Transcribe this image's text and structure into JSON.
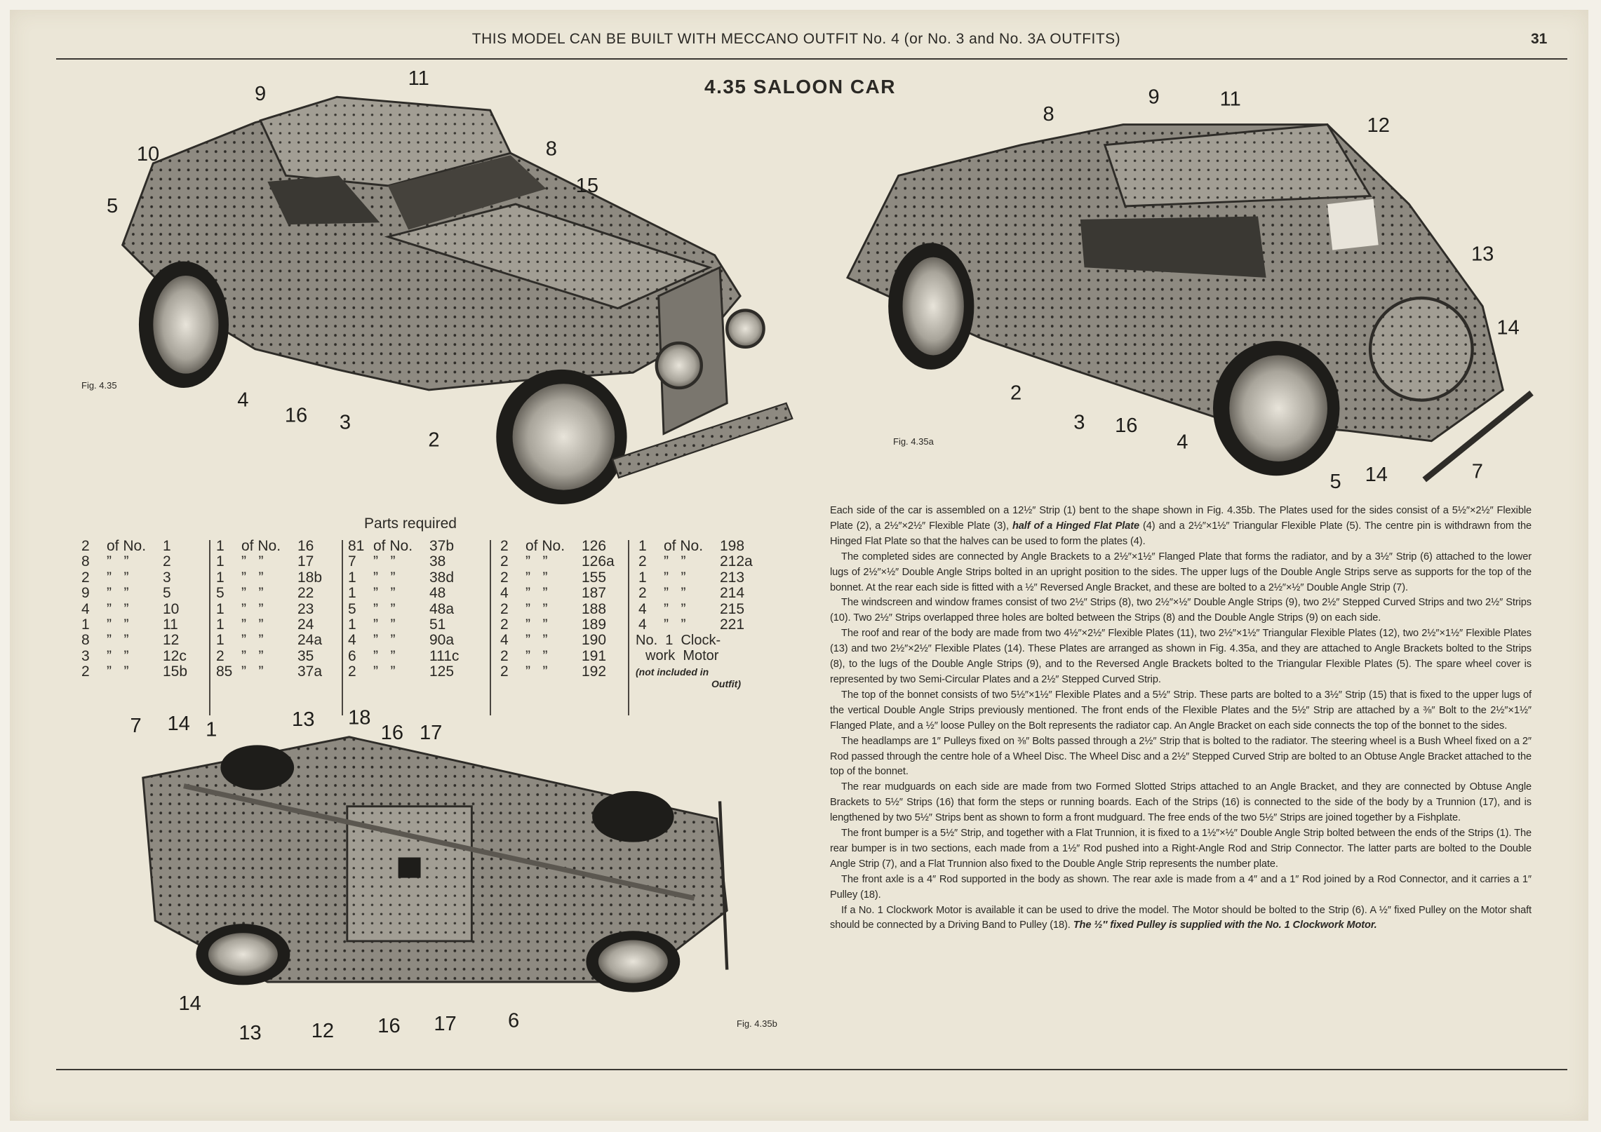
{
  "header": {
    "running_title": "THIS MODEL CAN BE BUILT WITH MECCANO OUTFIT No. 4 (or No. 3 and No. 3A OUTFITS)",
    "page_number": "31"
  },
  "title": "4.35  SALOON CAR",
  "figures": {
    "fig1": {
      "label": "Fig. 4.35",
      "callouts": [
        "11",
        "9",
        "8",
        "10",
        "15",
        "5",
        "4",
        "16",
        "3",
        "2"
      ]
    },
    "fig2": {
      "label": "Fig. 4.35a",
      "callouts": [
        "8",
        "9",
        "11",
        "12",
        "13",
        "14",
        "2",
        "3",
        "16",
        "4",
        "5",
        "14",
        "7"
      ]
    },
    "fig3": {
      "label": "Fig. 4.35b",
      "callouts": [
        "7",
        "14",
        "1",
        "13",
        "18",
        "16",
        "17",
        "14",
        "13",
        "12",
        "16",
        "17",
        "6"
      ]
    }
  },
  "parts": {
    "title": "Parts required",
    "of_label": "of No.",
    "ditto": "”   ”",
    "columns": [
      [
        [
          "2",
          "1"
        ],
        [
          "8",
          "2"
        ],
        [
          "2",
          "3"
        ],
        [
          "9",
          "5"
        ],
        [
          "4",
          "10"
        ],
        [
          "1",
          "11"
        ],
        [
          "8",
          "12"
        ],
        [
          "3",
          "12c"
        ],
        [
          "2",
          "15b"
        ]
      ],
      [
        [
          "1",
          "16"
        ],
        [
          "1",
          "17"
        ],
        [
          "1",
          "18b"
        ],
        [
          "5",
          "22"
        ],
        [
          "1",
          "23"
        ],
        [
          "1",
          "24"
        ],
        [
          "1",
          "24a"
        ],
        [
          "2",
          "35"
        ],
        [
          "85",
          "37a"
        ]
      ],
      [
        [
          "81",
          "37b"
        ],
        [
          "7",
          "38"
        ],
        [
          "1",
          "38d"
        ],
        [
          "1",
          "48"
        ],
        [
          "5",
          "48a"
        ],
        [
          "1",
          "51"
        ],
        [
          "4",
          "90a"
        ],
        [
          "6",
          "111c"
        ],
        [
          "2",
          "125"
        ]
      ],
      [
        [
          "2",
          "126"
        ],
        [
          "2",
          "126a"
        ],
        [
          "2",
          "155"
        ],
        [
          "4",
          "187"
        ],
        [
          "2",
          "188"
        ],
        [
          "2",
          "189"
        ],
        [
          "4",
          "190"
        ],
        [
          "2",
          "191"
        ],
        [
          "2",
          "192"
        ]
      ],
      [
        [
          "1",
          "198"
        ],
        [
          "2",
          "212a"
        ],
        [
          "1",
          "213"
        ],
        [
          "2",
          "214"
        ],
        [
          "4",
          "215"
        ],
        [
          "4",
          "221"
        ]
      ]
    ],
    "motor_line1": "No.  1  Clock-",
    "motor_line2": "work  Motor",
    "motor_note1": "(not included in",
    "motor_note2": "Outfit)"
  },
  "paragraphs": [
    {
      "before": "Each side of the car is assembled on a 12½″ Strip (1) bent to the shape shown in Fig. 4.35b. The Plates used for the sides consist of a 5½″×2½″ Flexible Plate (2), a 2½″×2½″ Flexible Plate (3), ",
      "italic": "half of a Hinged Flat Plate",
      "after": " (4) and a 2½″×1½″ Triangular Flexible Plate (5). The centre pin is withdrawn from the Hinged Flat Plate so that the halves can be used to form the plates (4)."
    },
    {
      "before": "The completed sides are connected by Angle Brackets to a 2½″×1½″ Flanged Plate that forms the radiator, and by a 3½″ Strip (6) attached to the lower lugs of 2½″×½″ Double Angle Strips bolted in an upright position to the sides. The upper lugs of the Double Angle Strips serve as supports for the top of the bonnet. At the rear each side is fitted with a ½″ Reversed Angle Bracket, and these are bolted to a 2½″×½″ Double Angle Strip (7)."
    },
    {
      "before": "The windscreen and window frames consist of two 2½″ Strips (8), two 2½″×½″ Double Angle Strips (9), two 2½″ Stepped Curved Strips and two 2½″ Strips (10). Two 2½″ Strips overlapped three holes are bolted between the Strips (8) and the Double Angle Strips (9) on each side."
    },
    {
      "before": "The roof and rear of the body are made from two 4½″×2½″ Flexible Plates (11), two 2½″×1½″ Triangular Flexible Plates (12), two 2½″×1½″ Flexible Plates (13) and two 2½″×2½″ Flexible Plates (14). These Plates are arranged as shown in Fig. 4.35a, and they are attached to Angle Brackets bolted to the Strips (8), to the lugs of the Double Angle Strips (9), and to the Reversed Angle Brackets bolted to the Triangular Flexible Plates (5). The spare wheel cover is represented by two Semi-Circular Plates and a 2½″ Stepped Curved Strip."
    },
    {
      "before": "The top of the bonnet consists of two 5½″×1½″ Flexible Plates and a 5½″ Strip. These parts are bolted to a 3½″ Strip (15) that is fixed to the upper lugs of the vertical Double Angle Strips previously mentioned. The front ends of the Flexible Plates and the 5½″ Strip are attached by a ⅜″ Bolt to the 2½″×1½″ Flanged Plate, and a ½″ loose Pulley on the Bolt represents the radiator cap. An Angle Bracket on each side connects the top of the bonnet to the sides."
    },
    {
      "before": "The headlamps are 1″ Pulleys fixed on ⅜″ Bolts passed through a 2½″ Strip that is bolted to the radiator. The steering wheel is a Bush Wheel fixed on a 2″ Rod passed through the centre hole of a Wheel Disc. The Wheel Disc and a 2½″ Stepped Curved Strip are bolted to an Obtuse Angle Bracket attached to the top of the bonnet."
    },
    {
      "before": "The rear mudguards on each side are made from two Formed Slotted Strips attached to an Angle Bracket, and they are connected by Obtuse Angle Brackets to 5½″ Strips (16) that form the steps or running boards. Each of the Strips (16) is connected to the side of the body by a Trunnion (17), and is lengthened by two 5½″ Strips bent as shown to form a front mudguard. The free ends of the two 5½″ Strips are joined together by a Fishplate."
    },
    {
      "before": "The front bumper is a 5½″ Strip, and together with a Flat Trunnion, it is fixed to a 1½″×½″ Double Angle Strip bolted between the ends of the Strips (1). The rear bumper is in two sections, each made from a 1½″ Rod pushed into a Right-Angle Rod and Strip Connector. The latter parts are bolted to the Double Angle Strip (7), and a Flat Trunnion also fixed to the Double Angle Strip represents the number plate."
    },
    {
      "before": "The front axle is a 4″ Rod supported in the body as shown. The rear axle is made from a 4″ and a 1″ Rod joined by a Rod Connector, and it carries a 1″ Pulley (18)."
    },
    {
      "before": "If a No. 1 Clockwork Motor is available it can be used to drive the model. The Motor should be bolted to the Strip (6). A ½″ fixed Pulley on the Motor shaft should be connected by a Driving Band to Pulley (18). ",
      "italic": "The ½″ fixed Pulley is supplied with the No. 1 Clockwork Motor."
    }
  ]
}
